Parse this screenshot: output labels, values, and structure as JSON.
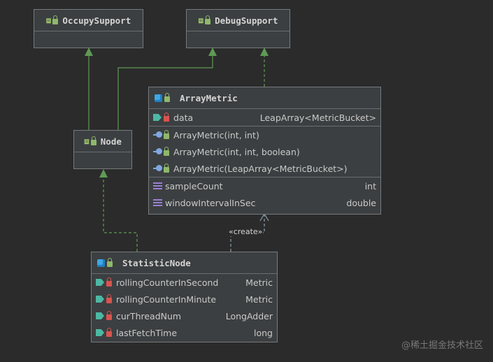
{
  "colors": {
    "background": "#2b2b2b",
    "box": "#3c3f41",
    "border": "#777a7d",
    "inheritance_arrow": "#5f9a55",
    "dependency_arrow": "#8ea0ad"
  },
  "occupy_support": {
    "title": "OccupySupport"
  },
  "debug_support": {
    "title": "DebugSupport"
  },
  "node": {
    "title": "Node"
  },
  "array_metric": {
    "title": "ArrayMetric",
    "fields": [
      {
        "name": "data",
        "type": "LeapArray<MetricBucket>"
      }
    ],
    "methods": [
      {
        "name": "ArrayMetric(int, int)"
      },
      {
        "name": "ArrayMetric(int, int, boolean)"
      },
      {
        "name": "ArrayMetric(LeapArray<MetricBucket>)"
      }
    ],
    "properties": [
      {
        "name": "sampleCount",
        "type": "int"
      },
      {
        "name": "windowIntervalInSec",
        "type": "double"
      }
    ]
  },
  "statistic_node": {
    "title": "StatisticNode",
    "fields": [
      {
        "name": "rollingCounterInSecond",
        "type": "Metric"
      },
      {
        "name": "rollingCounterInMinute",
        "type": "Metric"
      },
      {
        "name": "curThreadNum",
        "type": "LongAdder"
      },
      {
        "name": "lastFetchTime",
        "type": "long"
      }
    ]
  },
  "create_label": "«create»",
  "watermark": "@稀土掘金技术社区"
}
